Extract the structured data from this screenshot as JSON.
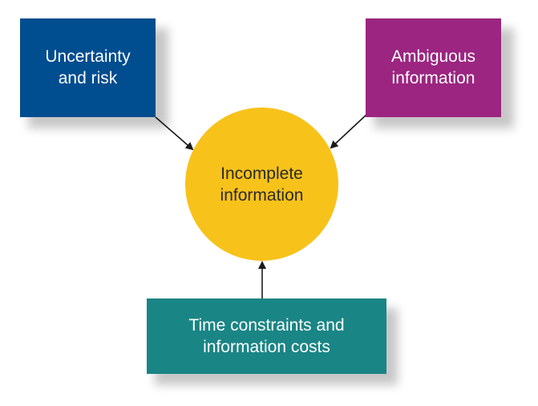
{
  "diagram": {
    "center": {
      "line1": "Incomplete",
      "line2": "information"
    },
    "uncertainty_box": {
      "line1": "Uncertainty",
      "line2": "and risk",
      "color": "#004d8f"
    },
    "ambiguous_box": {
      "line1": "Ambiguous",
      "line2": "information",
      "color": "#9b2580"
    },
    "time_box": {
      "line1": "Time constraints and",
      "line2": "information costs",
      "color": "#1a8585"
    },
    "circle_color": "#f7c21a"
  }
}
